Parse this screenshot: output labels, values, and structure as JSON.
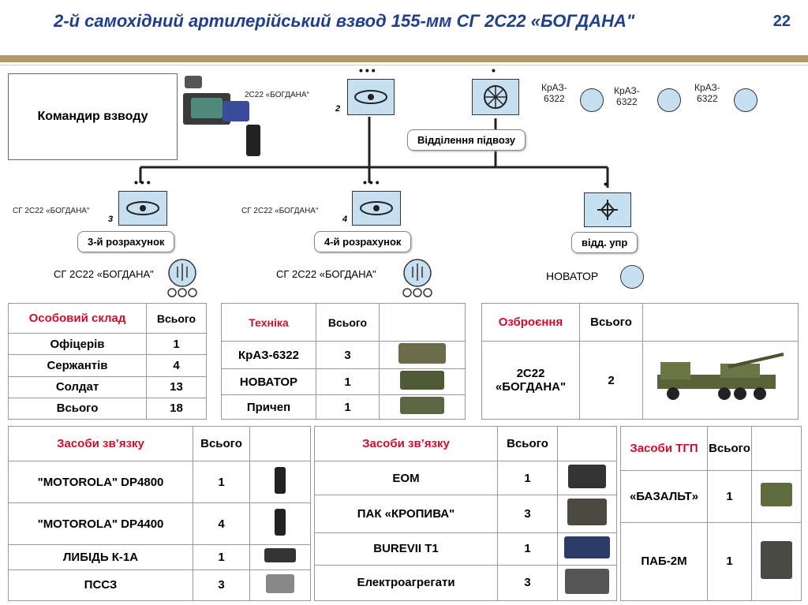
{
  "header": {
    "title": "2-й самохідний артилерійський взвод  155-мм СГ 2С22 «БОГДАНА\"",
    "page": "22"
  },
  "tree": {
    "commander": "Командир взводу",
    "commander_vehicle": "2С22 «БОГДАНА“",
    "commander_num": "2",
    "supply": "Відділення підвозу",
    "trucks": [
      "КрАЗ-\n6322",
      "КрАЗ-\n6322",
      "КрАЗ-\n6322"
    ],
    "crew3_label": "3-й розрахунок",
    "crew4_label": "4-й розрахунок",
    "crew3_vehicle": "СГ 2С22  «БОГДАНА“",
    "crew4_vehicle": "СГ 2С22  «БОГДАНА“",
    "crew3_num": "3",
    "crew4_num": "4",
    "crew3_gun": "СГ 2С22 «БОГДАНА\"",
    "crew4_gun": "СГ 2С22 «БОГДАНА\"",
    "ctrl_label": "відд. упр",
    "novator": "НОВАТОР"
  },
  "personnel": {
    "h1": "Особовий склад",
    "h2": "Всього",
    "rows": [
      [
        "Офіцерів",
        "1"
      ],
      [
        "Сержантів",
        "4"
      ],
      [
        "Солдат",
        "13"
      ],
      [
        "Всього",
        "18"
      ]
    ]
  },
  "vehicles": {
    "h1": "Техніка",
    "h2": "Всього",
    "rows": [
      [
        "КрАЗ-6322",
        "3"
      ],
      [
        "НОВАТОР",
        "1"
      ],
      [
        "Причеп",
        "1"
      ]
    ]
  },
  "armament": {
    "h1": "Озброєння",
    "h2": "Всього",
    "name": "2С22\n«БОГДАНА\"",
    "count": "2"
  },
  "comms1": {
    "h1": "Засоби зв’язку",
    "h2": "Всього",
    "rows": [
      [
        "\"MOTOROLA\" DP4800",
        "1"
      ],
      [
        "\"MOTOROLA\" DP4400",
        "4"
      ],
      [
        "ЛИБІДЬ К-1А",
        "1"
      ],
      [
        "ПССЗ",
        "3"
      ]
    ]
  },
  "comms2": {
    "h1": "Засоби зв’язку",
    "h2": "Всього",
    "rows": [
      [
        "ЕОМ",
        "1"
      ],
      [
        "ПАК «КРОПИВА\"",
        "3"
      ],
      [
        "BUREVII T1",
        "1"
      ],
      [
        "Електроагрегати",
        "3"
      ]
    ]
  },
  "tgp": {
    "h1": "Засоби ТГП",
    "h2": "Всього",
    "rows": [
      [
        "«БАЗАЛЬТ»",
        "1"
      ],
      [
        "ПАБ-2М",
        "1"
      ]
    ]
  },
  "colors": {
    "title": "#1f3e8c",
    "header_red": "#c8102e",
    "unit_fill": "#c6e0f2",
    "bar": "#b29a66"
  }
}
